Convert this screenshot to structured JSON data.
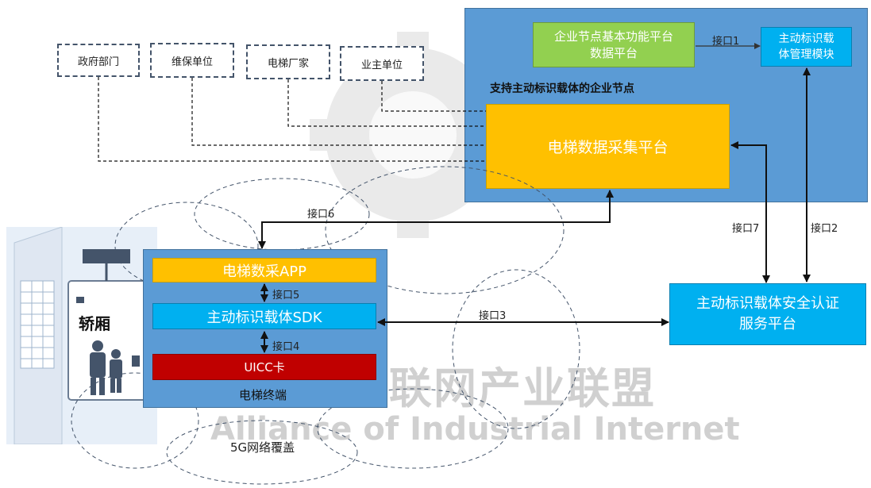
{
  "stakeholders": {
    "gov": "政府部门",
    "maintenance": "维保单位",
    "manufacturer": "电梯厂家",
    "owner": "业主单位"
  },
  "enterprise_node": {
    "title": "支持主动标识载体的企业节点",
    "basic_platform": "企业节点基本功能平台\n数据平台",
    "carrier_module": "主动标识载\n体管理模块",
    "collection_platform": "电梯数据采集平台"
  },
  "terminal": {
    "title": "电梯终端",
    "app": "电梯数采APP",
    "sdk": "主动标识载体SDK",
    "uicc": "UICC卡"
  },
  "auth_platform": "主动标识载体安全认证\n服务平台",
  "interfaces": {
    "i1": "接口1",
    "i2": "接口2",
    "i3": "接口3",
    "i4": "接口4",
    "i5": "接口5",
    "i6": "接口6",
    "i7": "接口7"
  },
  "building": {
    "car_label": "轿厢"
  },
  "network": {
    "label": "5G网络覆盖"
  },
  "watermark": {
    "cn": "联网产业联盟",
    "en": "Alliance of Industrial Internet"
  },
  "colors": {
    "panel_blue": "#5b9bd5",
    "green": "#92d050",
    "cyan": "#00b0f0",
    "yellow": "#ffc000",
    "red": "#c00000"
  }
}
